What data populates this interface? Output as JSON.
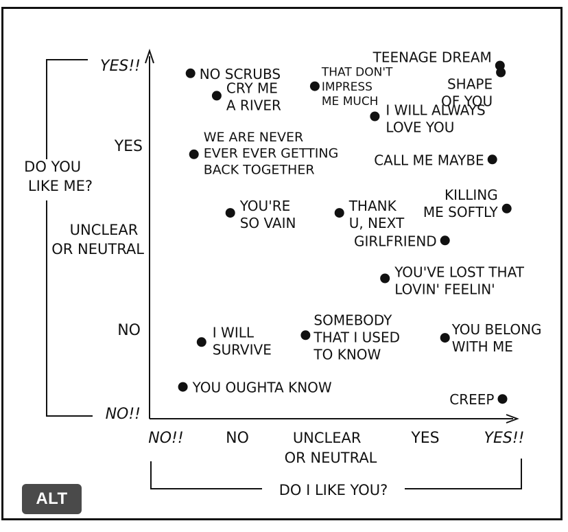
{
  "ui": {
    "alt_button_label": "ALT",
    "accent_color": "#111111",
    "badge_color": "#4a4a4a"
  },
  "chart_data": {
    "type": "scatter",
    "xlabel": "DO I LIKE YOU?",
    "ylabel": "DO YOU LIKE ME?",
    "x_ticks": [
      "NO!!",
      "NO",
      "UNCLEAR OR NEUTRAL",
      "YES",
      "YES!!"
    ],
    "y_ticks": [
      "NO!!",
      "NO",
      "UNCLEAR OR NEUTRAL",
      "YES",
      "YES!!"
    ],
    "xlim": [
      0,
      4
    ],
    "ylim": [
      0,
      4
    ],
    "grid": false,
    "legend": "none",
    "points": [
      {
        "label": "TEENAGE DREAM",
        "x": 3.95,
        "y": 4.02
      },
      {
        "label": "SHAPE OF YOU",
        "x": 3.96,
        "y": 3.94
      },
      {
        "label": "NO SCRUBS",
        "x": 0.29,
        "y": 3.93
      },
      {
        "label": "THAT DON'T IMPRESS ME MUCH",
        "x": 1.76,
        "y": 3.78
      },
      {
        "label": "CRY ME A RIVER",
        "x": 0.6,
        "y": 3.67
      },
      {
        "label": "I WILL ALWAYS LOVE YOU",
        "x": 2.47,
        "y": 3.43
      },
      {
        "label": "WE ARE NEVER EVER EVER GETTING BACK TOGETHER",
        "x": 0.33,
        "y": 2.99
      },
      {
        "label": "CALL ME MAYBE",
        "x": 3.86,
        "y": 2.93
      },
      {
        "label": "KILLING ME SOFTLY",
        "x": 4.03,
        "y": 2.36
      },
      {
        "label": "YOU'RE SO VAIN",
        "x": 0.76,
        "y": 2.31
      },
      {
        "label": "THANK U, NEXT",
        "x": 2.05,
        "y": 2.31
      },
      {
        "label": "GIRLFRIEND",
        "x": 3.3,
        "y": 1.99
      },
      {
        "label": "YOU'VE LOST THAT LOVIN' FEELIN'",
        "x": 2.59,
        "y": 1.55
      },
      {
        "label": "SOMEBODY THAT I USED TO KNOW",
        "x": 1.65,
        "y": 0.89
      },
      {
        "label": "YOU BELONG WITH ME",
        "x": 3.3,
        "y": 0.86
      },
      {
        "label": "I WILL SURVIVE",
        "x": 0.42,
        "y": 0.81
      },
      {
        "label": "YOU OUGHTA KNOW",
        "x": 0.2,
        "y": 0.29
      },
      {
        "label": "CREEP",
        "x": 3.98,
        "y": 0.15
      }
    ]
  }
}
